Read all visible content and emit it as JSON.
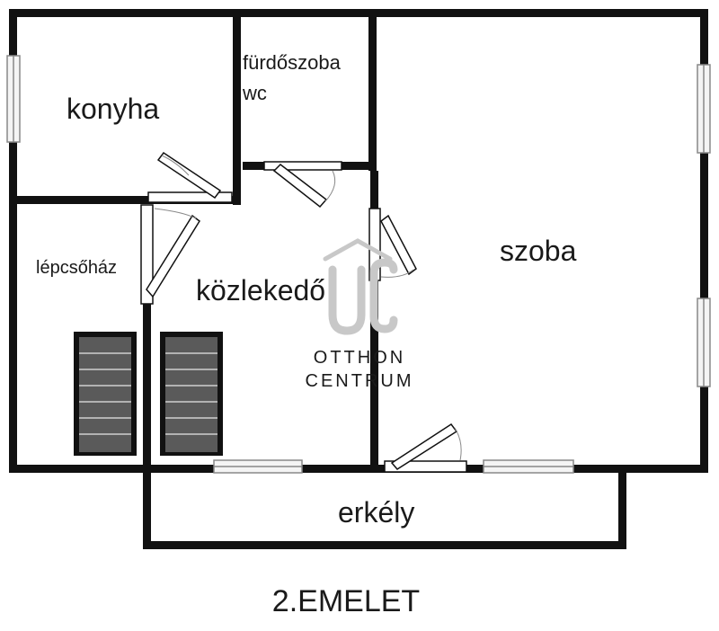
{
  "rooms": {
    "kitchen": "konyha",
    "bathroom": "fürdőszoba",
    "wc": "wc",
    "room": "szoba",
    "staircase": "lépcsőház",
    "hallway": "közlekedő",
    "balcony": "erkély"
  },
  "floor_label": "2.EMELET",
  "watermark": {
    "monogram": "OC",
    "line1": "OTTHON",
    "line2": "CENTRUM"
  },
  "colors": {
    "wall": "#111111",
    "window_frame": "#888888",
    "window_fill": "#f4f4f4",
    "stair_fill": "#555555",
    "watermark": "#c8c8c8"
  }
}
